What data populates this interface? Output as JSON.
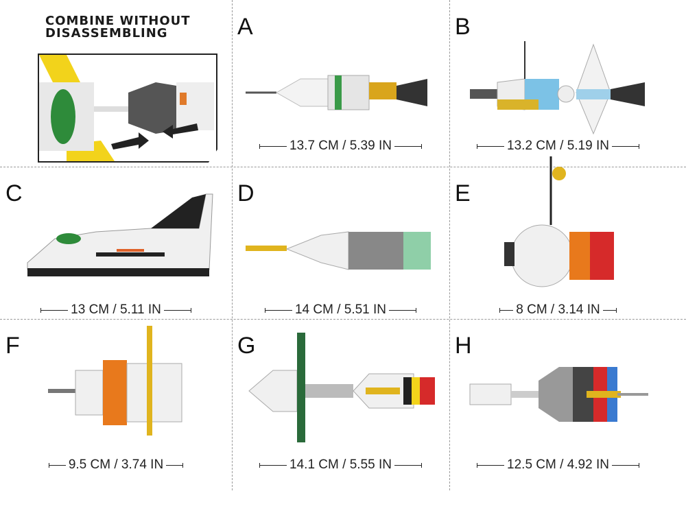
{
  "header": {
    "title_line1": "COMBINE WITHOUT",
    "title_line2": "DISASSEMBLING"
  },
  "models": [
    {
      "letter": "A",
      "size": "13.7 CM / 5.39 IN"
    },
    {
      "letter": "B",
      "size": "13.2 CM / 5.19 IN"
    },
    {
      "letter": "C",
      "size": "13 CM / 5.11 IN"
    },
    {
      "letter": "D",
      "size": "14 CM / 5.51 IN"
    },
    {
      "letter": "E",
      "size": "8 CM / 3.14 IN"
    },
    {
      "letter": "F",
      "size": "9.5 CM / 3.74 IN"
    },
    {
      "letter": "G",
      "size": "14.1 CM / 5.55 IN"
    },
    {
      "letter": "H",
      "size": "12.5 CM / 4.92 IN"
    }
  ]
}
